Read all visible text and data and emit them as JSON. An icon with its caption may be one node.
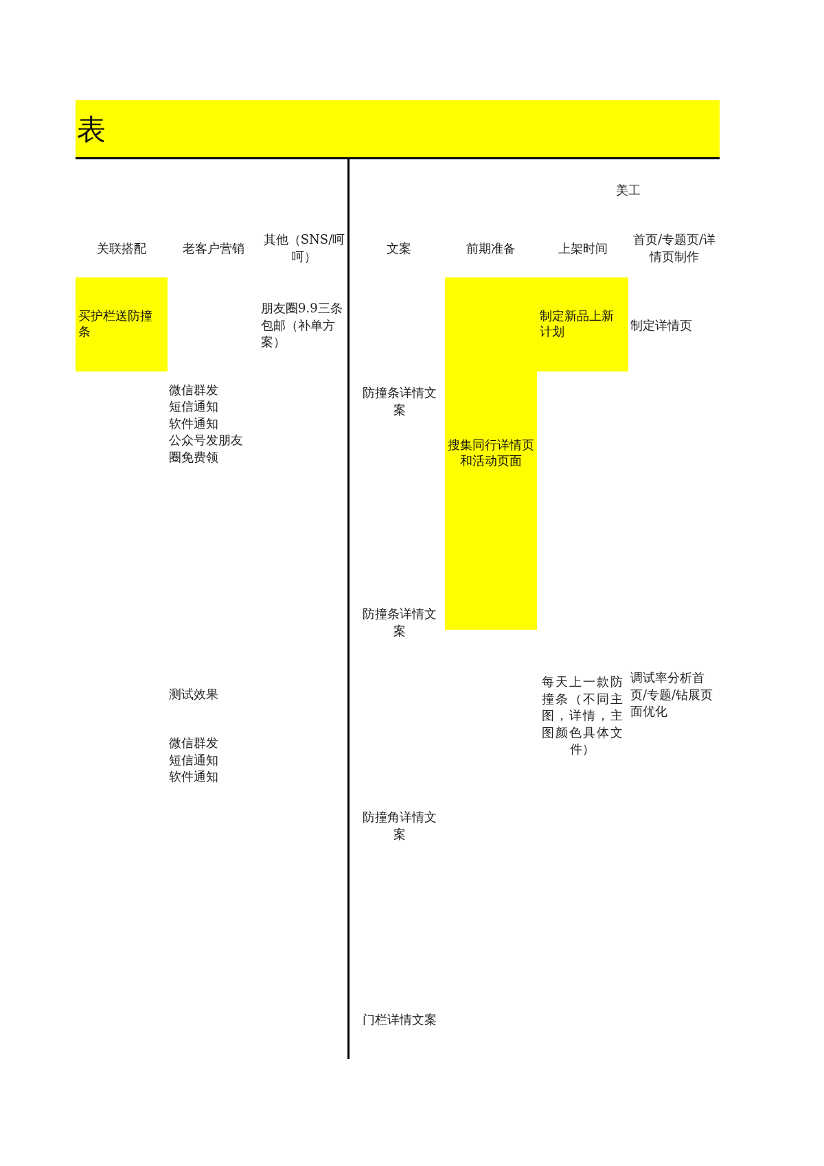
{
  "diagram": {
    "nodes": [
      {
        "text": [
          "表"
        ]
      },
      {
        "text": [
          "买护栏送防撞条"
        ]
      },
      {
        "text": [
          "搜集同行详情页和活动页面"
        ]
      },
      {
        "text": [
          "制定新品上新计划"
        ]
      }
    ],
    "labels": [
      "美工",
      "关联搭配",
      "老客户营销",
      "其他（SNS/呵呵）",
      "文案",
      "前期准备",
      "上架时间",
      "首页/专题页/详情页制作",
      "朋友圈9.9三条包邮（补单方案）",
      "微信群发",
      "短信通知",
      "软件通知",
      "公众号发朋友圈免费领",
      "防撞条详情文案",
      "防撞条详情文案",
      "制定详情页",
      "测试效果",
      "每天上一款防撞条（不同主图，详情，主图颜色具体文件）",
      "调试率分析首页/专题/钻展页面优化",
      "微信群发",
      "短信通知",
      "软件通知",
      "防撞角详情文案",
      "门栏详情文案"
    ]
  }
}
